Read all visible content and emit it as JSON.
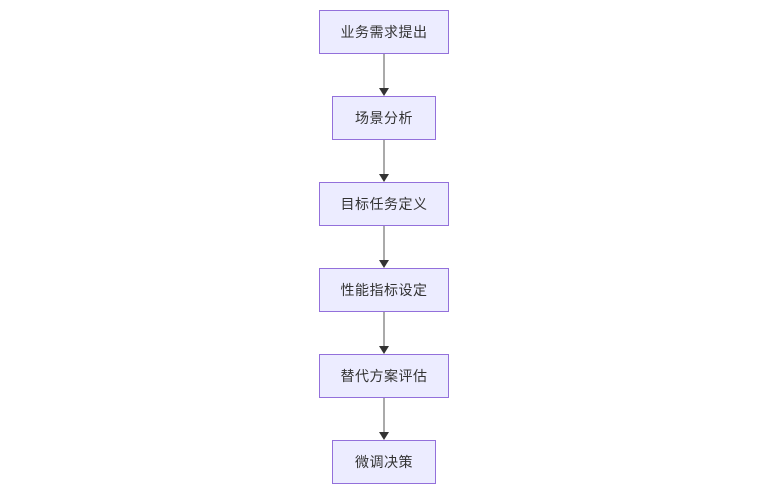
{
  "diagram": {
    "type": "flowchart",
    "direction": "top-down",
    "nodes": [
      {
        "id": "step-1",
        "label": "业务需求提出"
      },
      {
        "id": "step-2",
        "label": "场景分析"
      },
      {
        "id": "step-3",
        "label": "目标任务定义"
      },
      {
        "id": "step-4",
        "label": "性能指标设定"
      },
      {
        "id": "step-5",
        "label": "替代方案评估"
      },
      {
        "id": "step-6",
        "label": "微调决策"
      }
    ],
    "edges": [
      {
        "from": "step-1",
        "to": "step-2"
      },
      {
        "from": "step-2",
        "to": "step-3"
      },
      {
        "from": "step-3",
        "to": "step-4"
      },
      {
        "from": "step-4",
        "to": "step-5"
      },
      {
        "from": "step-5",
        "to": "step-6"
      }
    ],
    "colors": {
      "background": "#ffffff",
      "node_fill": "#ECECFF",
      "node_border": "#9370DB",
      "edge_line": "#555555",
      "arrowhead": "#333333",
      "text": "#333333"
    }
  }
}
